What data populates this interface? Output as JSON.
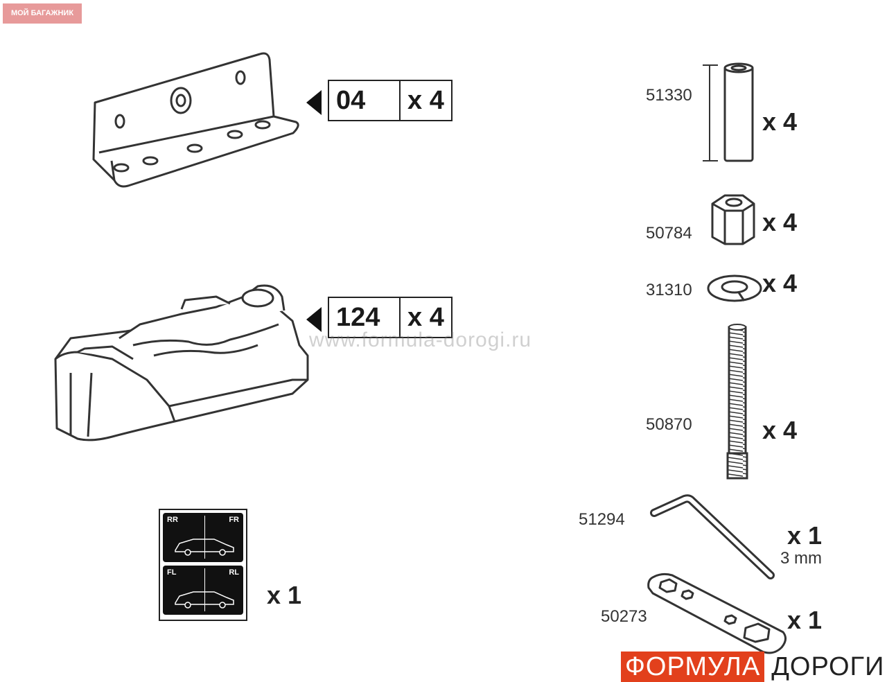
{
  "badge": "МОЙ БАГАЖНИК",
  "watermark": "www.formula-dorogi.ru",
  "logo": {
    "part1": "ФОРМУЛА",
    "part2": "ДОРОГИ"
  },
  "kits": [
    {
      "code": "04",
      "qty": "x 4"
    },
    {
      "code": "124",
      "qty": "x 4"
    }
  ],
  "sticker": {
    "labels": [
      "RR",
      "FR",
      "FL",
      "RL"
    ],
    "qty": "x 1"
  },
  "parts": [
    {
      "number": "51330",
      "qty": "x 4"
    },
    {
      "number": "50784",
      "qty": "x 4"
    },
    {
      "number": "31310",
      "qty": "x 4"
    },
    {
      "number": "50870",
      "qty": "x 4"
    },
    {
      "number": "51294",
      "qty": "x 1",
      "note": "3 mm"
    },
    {
      "number": "50273",
      "qty": "x 1"
    }
  ],
  "icons": [
    "bracket-icon",
    "foot-pad-icon",
    "position-sticker-icon",
    "spacer-tube-icon",
    "hex-nut-icon",
    "spring-washer-icon",
    "threaded-rod-icon",
    "hex-key-icon",
    "spanner-icon"
  ]
}
